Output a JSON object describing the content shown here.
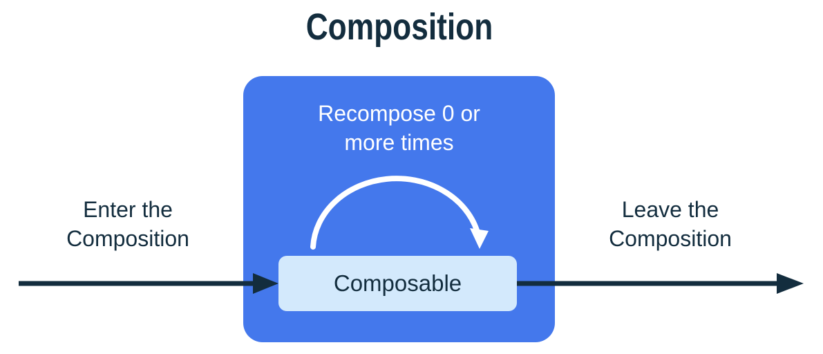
{
  "title": "Composition",
  "composition_box": {
    "recompose_lines": [
      "Recompose 0 or",
      "more times"
    ],
    "composable_label": "Composable"
  },
  "enter_lines": [
    "Enter the",
    "Composition"
  ],
  "leave_lines": [
    "Leave the",
    "Composition"
  ],
  "icons": {
    "enter_arrow": "right-arrow",
    "leave_arrow": "right-arrow",
    "recompose_arc": "curved-loop-arrow"
  },
  "colors": {
    "blue": "#4478EC",
    "light_blue": "#D3E9FC",
    "navy": "#132D3E",
    "white": "#FFFFFF",
    "background": "#FFFFFF"
  }
}
